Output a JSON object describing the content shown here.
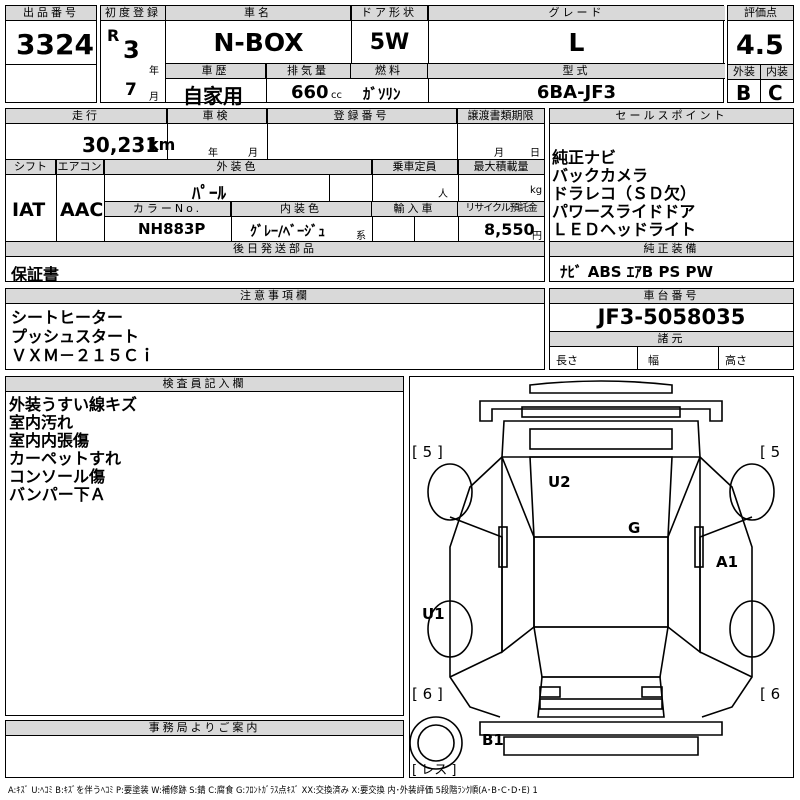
{
  "top": {
    "lot_label": "出品番号",
    "lot_no": "3324",
    "first_reg_label": "初度登録",
    "era": "R",
    "year": "3",
    "year_unit": "年",
    "month": "7",
    "month_unit": "月",
    "name_label": "車名",
    "name": "N-BOX",
    "door_label": "ドア形状",
    "door": "5W",
    "grade_label": "グレード",
    "grade": "L",
    "score_label": "評価点",
    "score": "4.5",
    "history_label": "車歴",
    "history": "自家用",
    "displacement_label": "排気量",
    "displacement": "660",
    "displacement_unit": "cc",
    "fuel_label": "燃料",
    "fuel": "ｶﾞｿﾘﾝ",
    "model_label": "型式",
    "model": "6BA-JF3",
    "ext_label": "外装",
    "ext": "B",
    "int_label": "内装",
    "int": "C"
  },
  "mid": {
    "mileage_label": "走行",
    "mileage": "30,231",
    "mileage_unit": "km",
    "inspection_label": "車検",
    "insp_year_unit": "年",
    "insp_month_unit": "月",
    "regno_label": "登録番号",
    "transfer_label": "譲渡書類期限",
    "transfer_month_unit": "月",
    "transfer_day_unit": "日",
    "shift_label": "シフト",
    "shift": "IAT",
    "aircon_label": "エアコン",
    "aircon": "AAC",
    "exterior_color_label": "外装色",
    "exterior_color": "ﾊﾟｰﾙ",
    "capacity_label": "乗車定員",
    "capacity_unit": "人",
    "load_label": "最大積載量",
    "load_unit": "kg",
    "color_no_label": "カラーNo.",
    "color_no": "NH883P",
    "interior_color_label": "内装色",
    "interior_color": "ｸﾞﾚｰ/ﾍﾞｰｼﾞｭ",
    "interior_suffix": "系",
    "import_label": "輸入車",
    "recycle_label": "リサイクル預託金",
    "recycle": "8,550",
    "recycle_unit": "円",
    "later_parts_label": "後日発送部品",
    "later_parts": "保証書"
  },
  "sales": {
    "label": "セールスポイント",
    "lines": [
      "純正ナビ",
      "バックカメラ",
      "ドラレコ（ＳＤ欠）",
      "パワースライドドア",
      "ＬＥＤヘッドライト"
    ]
  },
  "equipment": {
    "label": "純正装備",
    "value": "ﾅﾋﾞ  ABS  ｴｱB  PS  PW"
  },
  "notes": {
    "label": "注意事項欄",
    "lines": [
      "シートヒーター",
      "プッシュスタート",
      "ＶＸＭ－２１５Ｃｉ"
    ]
  },
  "chassis": {
    "label": "車台番号",
    "value": "JF3-5058035",
    "dims_label": "諸元",
    "length_label": "長さ",
    "width_label": "幅",
    "height_label": "高さ"
  },
  "inspector": {
    "label": "検査員記入欄",
    "lines": [
      "外装うすい線キズ",
      "室内汚れ",
      "室内内張傷",
      "カーペットすれ",
      "コンソール傷",
      "バンパー下Ａ"
    ]
  },
  "office": {
    "label": "事務局よりご案内"
  },
  "diagram": {
    "tire_fl": "5",
    "tire_fr": "5",
    "tire_rl": "6",
    "tire_rr": "6",
    "spare": "レス",
    "marks": [
      "U2",
      "G",
      "A1",
      "U1",
      "B1"
    ]
  },
  "legend": "A:ｷｽﾞ  U:ﾍｺﾐ  B:ｷｽﾞを伴うﾍｺﾐ  P:要塗装  W:補修跡  S:錆  C:腐食  G:ﾌﾛﾝﾄｶﾞﾗｽ点ｷｽﾞ  XX:交換済み  X:要交換   内･外装評価  5段階ﾗﾝｸ順(A･B･C･D･E)  1"
}
